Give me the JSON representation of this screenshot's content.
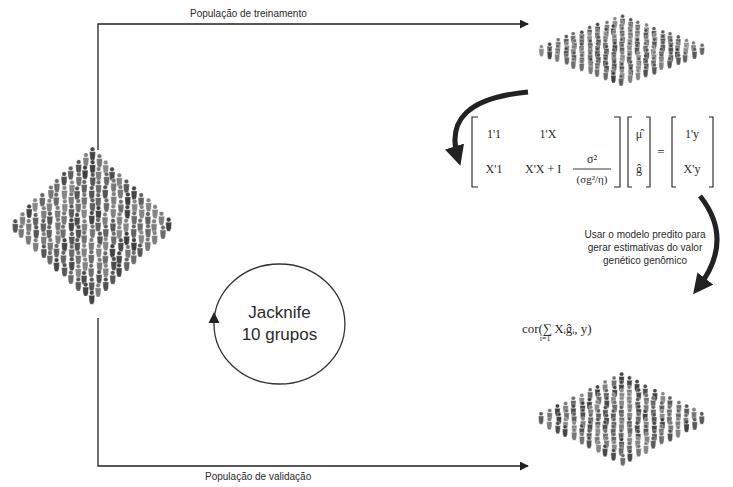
{
  "diagram": {
    "nodes": [
      {
        "text": [
          "Jacknife 10 grupos"
        ]
      }
    ],
    "labels": [
      "População de treinamento",
      "1'1",
      "1'X",
      "X'1",
      "X'X + I",
      "σ²",
      "(σg²/η)",
      "μ̂",
      "ĝ",
      "=",
      "1'y",
      "X'y",
      "Usar o modelo predito para gerar estimativas do valor genético genômico",
      "cor(∑",
      "i=1",
      "Xᵢĝᵢ, y)",
      "População de validação"
    ]
  }
}
